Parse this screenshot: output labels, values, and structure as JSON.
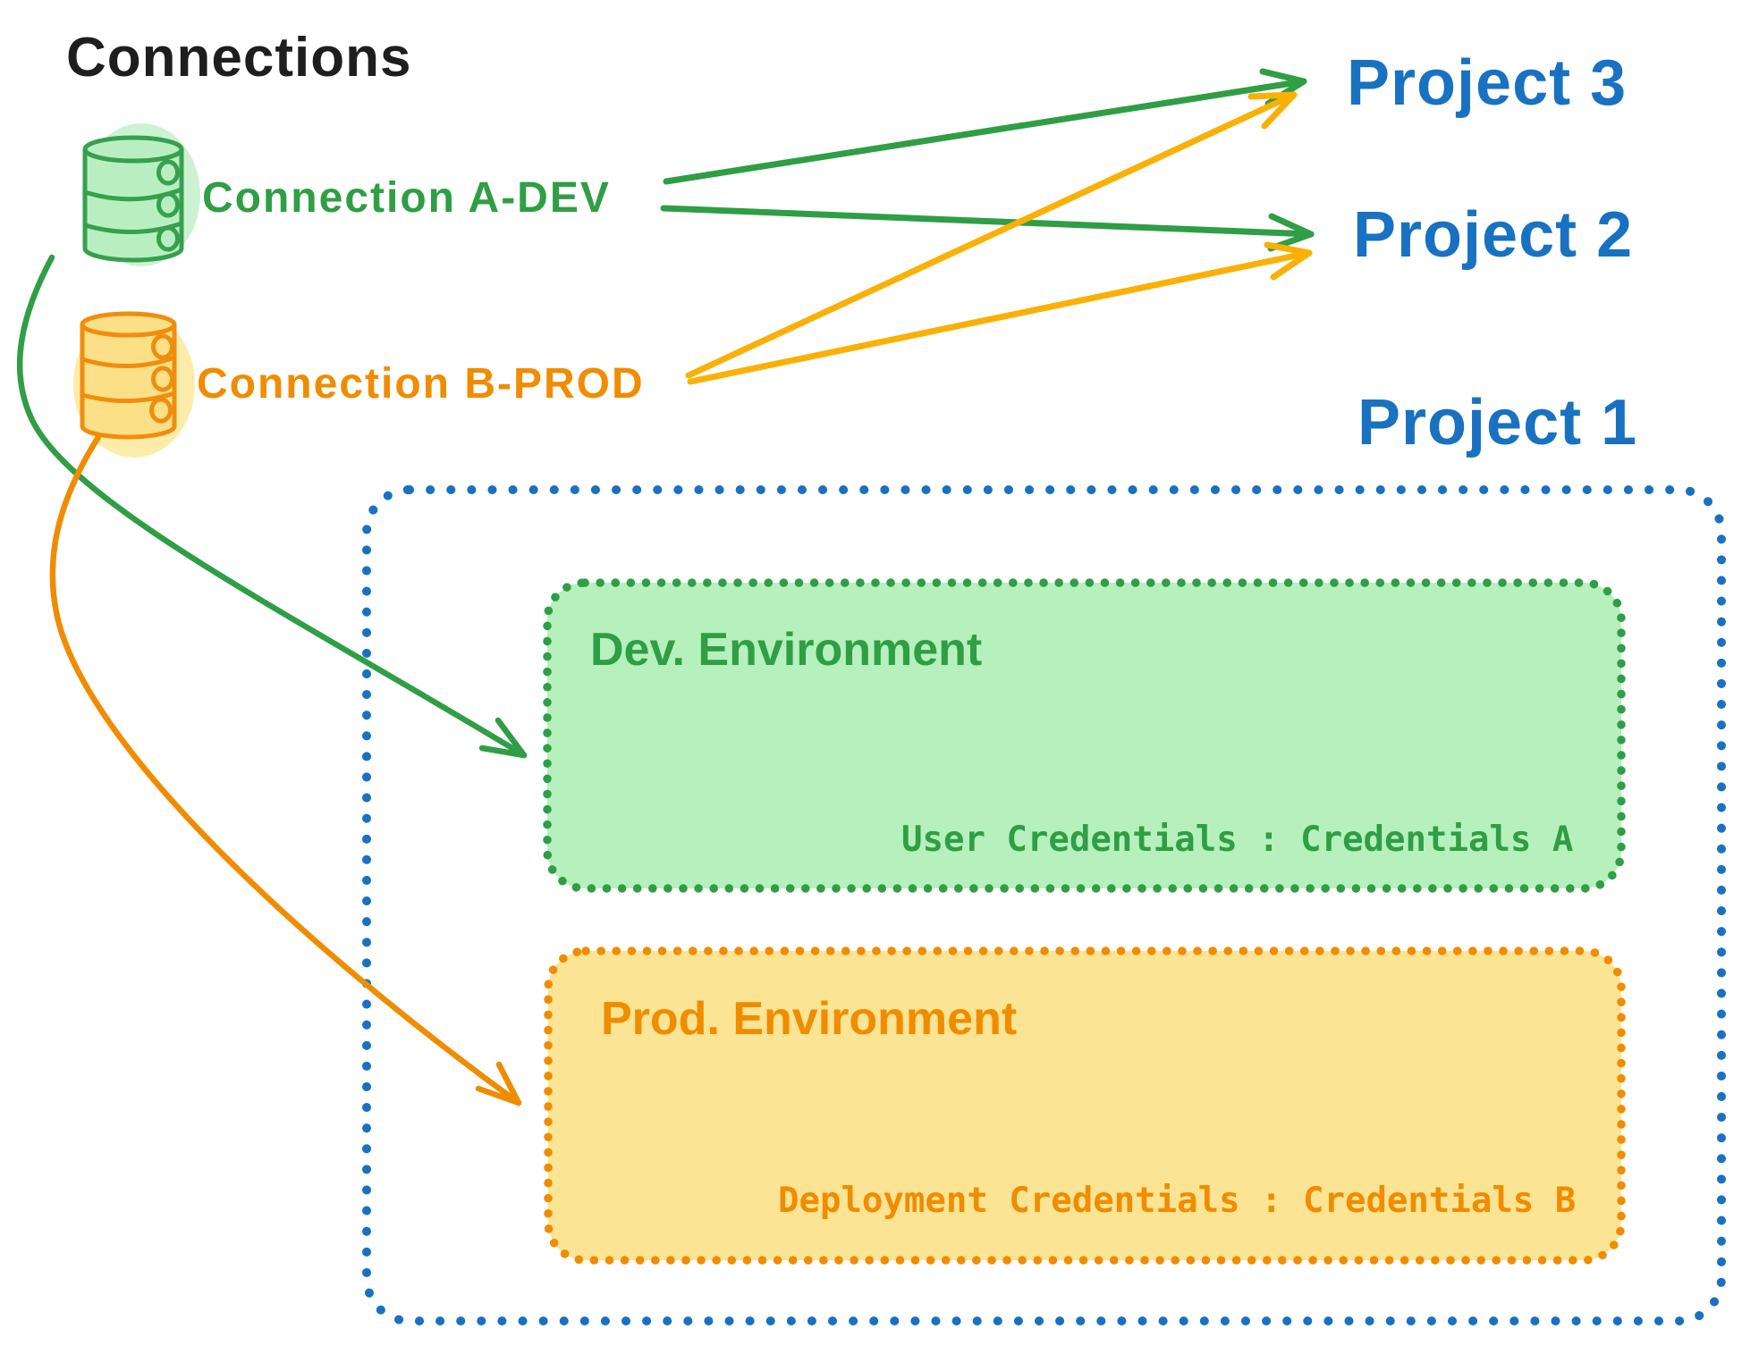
{
  "title": "Connections",
  "colors": {
    "black": "#1e1e1e",
    "green_stroke": "#2f9e44",
    "green_fill": "#b5f0bd",
    "orange_stroke": "#f08c00",
    "orange_fill": "#fbe493",
    "amber_arrow": "#fab005",
    "blue": "#1971c2",
    "background": "#ffffff"
  },
  "connections": [
    {
      "label": "Connection A-DEV",
      "icon": "database-icon",
      "color": "#2f9e44"
    },
    {
      "label": "Connection B-PROD",
      "icon": "database-icon",
      "color": "#f08c00"
    }
  ],
  "projects": [
    {
      "label": "Project 3"
    },
    {
      "label": "Project 2"
    },
    {
      "label": "Project 1"
    }
  ],
  "project1": {
    "environments": [
      {
        "name": "Dev. Environment",
        "credentials": "User Credentials : Credentials A",
        "accent": "#2f9e44",
        "fill": "#b5f0bd"
      },
      {
        "name": "Prod. Environment",
        "credentials": "Deployment Credentials : Credentials B",
        "accent": "#f08c00",
        "fill": "#fbe493"
      }
    ]
  },
  "relations": [
    {
      "from": "Connection A-DEV",
      "to": "Project 3",
      "style": "straight",
      "color": "#2f9e44"
    },
    {
      "from": "Connection A-DEV",
      "to": "Project 2",
      "style": "straight",
      "color": "#2f9e44"
    },
    {
      "from": "Connection B-PROD",
      "to": "Project 3",
      "style": "straight",
      "color": "#fab005"
    },
    {
      "from": "Connection B-PROD",
      "to": "Project 2",
      "style": "straight",
      "color": "#fab005"
    },
    {
      "from": "Connection A-DEV",
      "to": "Dev. Environment",
      "style": "curved",
      "color": "#2f9e44"
    },
    {
      "from": "Connection B-PROD",
      "to": "Prod. Environment",
      "style": "curved",
      "color": "#f08c00"
    }
  ]
}
